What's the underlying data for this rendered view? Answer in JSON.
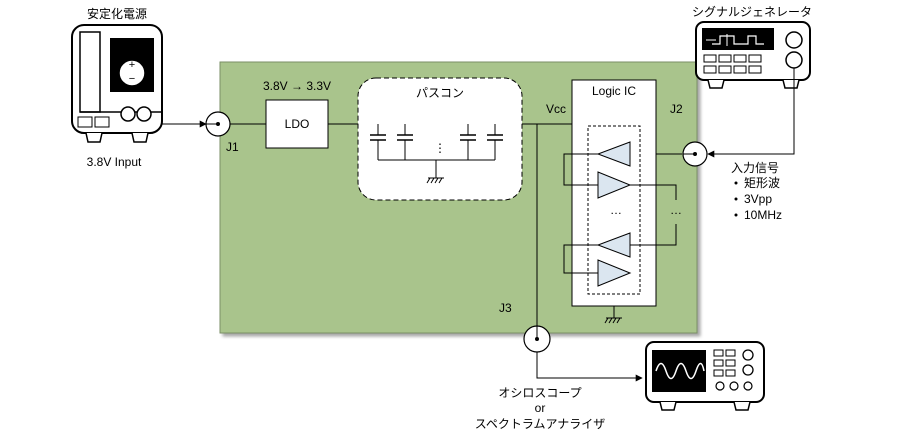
{
  "labels": {
    "power_supply_title": "安定化電源",
    "power_supply_input": "3.8V Input",
    "power_plus": "+",
    "power_minus": "−",
    "signal_generator_title": "シグナルジェネレータ",
    "j1": "J1",
    "j2": "J2",
    "j3": "J3",
    "ldo_conversion": "3.8V → 3.3V",
    "ldo": "LDO",
    "bypass_caps": "パスコン",
    "cap_dots": "⋮",
    "vcc": "Vcc",
    "logic_ic": "Logic IC",
    "buffer_dots": "…",
    "outer_dots": "…",
    "input_signal_title": "入力信号",
    "input_signal_items": [
      "矩形波",
      "3Vpp",
      "10MHz"
    ],
    "oscilloscope_line1": "オシロスコープ",
    "oscilloscope_line2": "or",
    "oscilloscope_line3": "スペクトラムアナライザ"
  },
  "colors": {
    "board": "#a9c48c",
    "buffer_fill": "#dbe6f0",
    "line": "#000000"
  },
  "icons": {
    "power_supply": "power-supply-icon",
    "signal_generator": "signal-generator-icon",
    "oscilloscope": "oscilloscope-icon",
    "ground": "ground-icon",
    "connector": "coax-connector-icon"
  }
}
